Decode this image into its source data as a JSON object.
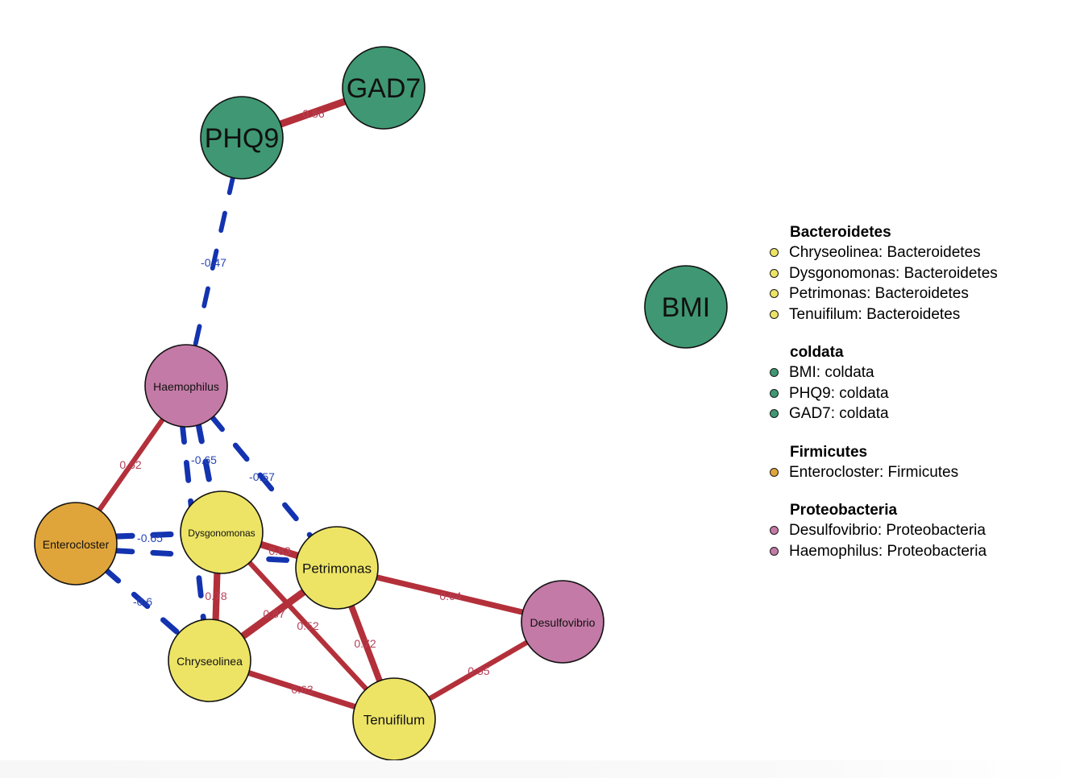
{
  "diagram": {
    "type": "correlation-network",
    "colors": {
      "positive_edge": "#b3303a",
      "negative_edge": "#1333b0",
      "positive_label": "#b5405a",
      "negative_label": "#2a45b5",
      "node_border": "#111111",
      "Bacteroidetes": "#ede466",
      "coldata": "#3f9873",
      "Firmicutes": "#e0a53a",
      "Proteobacteria": "#c37aa6"
    },
    "nodes": [
      {
        "id": "GAD7",
        "label": "GAD7",
        "group": "coldata",
        "size": "large"
      },
      {
        "id": "PHQ9",
        "label": "PHQ9",
        "group": "coldata",
        "size": "large"
      },
      {
        "id": "BMI",
        "label": "BMI",
        "group": "coldata",
        "size": "large"
      },
      {
        "id": "Haemophilus",
        "label": "Haemophilus",
        "group": "Proteobacteria",
        "size": "small"
      },
      {
        "id": "Enterocloster",
        "label": "Enterocloster",
        "group": "Firmicutes",
        "size": "small"
      },
      {
        "id": "Dysgonomonas",
        "label": "Dysgonomonas",
        "group": "Bacteroidetes",
        "size": "tiny"
      },
      {
        "id": "Petrimonas",
        "label": "Petrimonas",
        "group": "Bacteroidetes",
        "size": "medium"
      },
      {
        "id": "Chryseolinea",
        "label": "Chryseolinea",
        "group": "Bacteroidetes",
        "size": "small"
      },
      {
        "id": "Tenuifilum",
        "label": "Tenuifilum",
        "group": "Bacteroidetes",
        "size": "medium"
      },
      {
        "id": "Desulfovibrio",
        "label": "Desulfovibrio",
        "group": "Proteobacteria",
        "size": "small"
      }
    ],
    "edges": [
      {
        "from": "Haemophilus",
        "to": "Chryseolinea",
        "weight": null,
        "label": ""
      },
      {
        "from": "Enterocloster",
        "to": "Petrimonas",
        "weight": null,
        "label": ""
      },
      {
        "from": "PHQ9",
        "to": "GAD7",
        "weight": 0.86,
        "label": "0.86"
      },
      {
        "from": "PHQ9",
        "to": "Haemophilus",
        "weight": -0.47,
        "label": "-0.47"
      },
      {
        "from": "Haemophilus",
        "to": "Enterocloster",
        "weight": 0.52,
        "label": "0.52"
      },
      {
        "from": "Haemophilus",
        "to": "Dysgonomonas",
        "weight": -0.65,
        "label": "-0.65"
      },
      {
        "from": "Haemophilus",
        "to": "Petrimonas",
        "weight": -0.57,
        "label": "-0.57"
      },
      {
        "from": "Enterocloster",
        "to": "Dysgonomonas",
        "weight": -0.65,
        "label": "-0.65"
      },
      {
        "from": "Enterocloster",
        "to": "Chryseolinea",
        "weight": -0.6,
        "label": "-0.6"
      },
      {
        "from": "Dysgonomonas",
        "to": "Petrimonas",
        "weight": 0.83,
        "label": "0.83"
      },
      {
        "from": "Dysgonomonas",
        "to": "Chryseolinea",
        "weight": 0.78,
        "label": "0.78"
      },
      {
        "from": "Dysgonomonas",
        "to": "Tenuifilum",
        "weight": 0.52,
        "label": "0.52"
      },
      {
        "from": "Petrimonas",
        "to": "Chryseolinea",
        "weight": 0.87,
        "label": "0.87"
      },
      {
        "from": "Petrimonas",
        "to": "Tenuifilum",
        "weight": 0.72,
        "label": "0.72"
      },
      {
        "from": "Petrimonas",
        "to": "Desulfovibrio",
        "weight": 0.64,
        "label": "0.64"
      },
      {
        "from": "Chryseolinea",
        "to": "Tenuifilum",
        "weight": 0.63,
        "label": "0.63"
      },
      {
        "from": "Tenuifilum",
        "to": "Desulfovibrio",
        "weight": 0.55,
        "label": "0.55"
      }
    ]
  },
  "legend": {
    "groups": [
      {
        "title": "Bacteroidetes",
        "color_key": "Bacteroidetes",
        "items": [
          "Chryseolinea: Bacteroidetes",
          "Dysgonomonas: Bacteroidetes",
          "Petrimonas: Bacteroidetes",
          "Tenuifilum: Bacteroidetes"
        ]
      },
      {
        "title": "coldata",
        "color_key": "coldata",
        "items": [
          "BMI: coldata",
          "PHQ9: coldata",
          "GAD7: coldata"
        ]
      },
      {
        "title": "Firmicutes",
        "color_key": "Firmicutes",
        "items": [
          "Enterocloster: Firmicutes"
        ]
      },
      {
        "title": "Proteobacteria",
        "color_key": "Proteobacteria",
        "items": [
          "Desulfovibrio: Proteobacteria",
          "Haemophilus: Proteobacteria"
        ]
      }
    ]
  }
}
